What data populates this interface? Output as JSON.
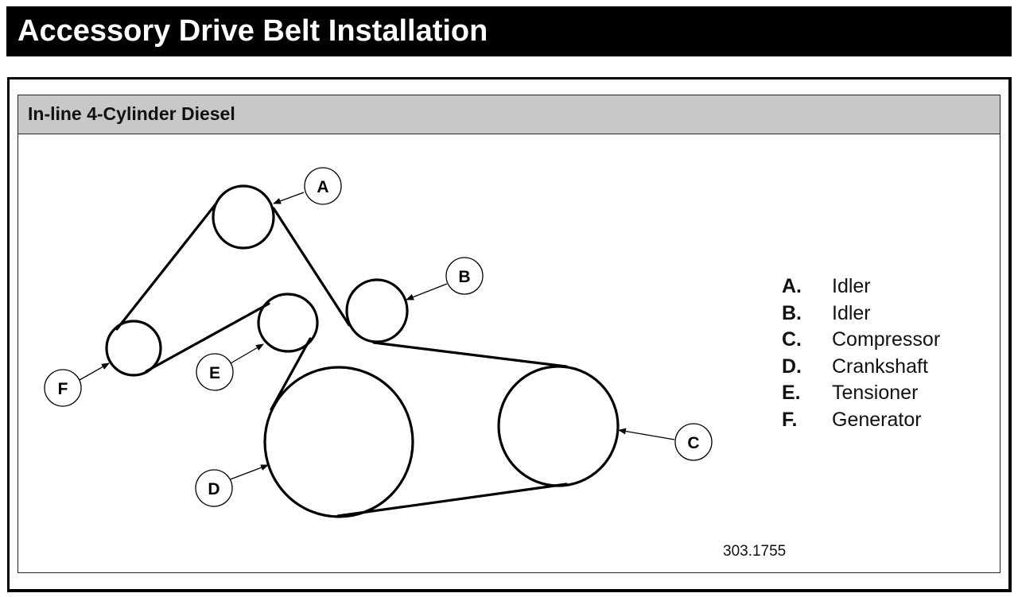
{
  "header": {
    "title": "Accessory Drive Belt Installation"
  },
  "panel": {
    "subtitle": "In-line 4-Cylinder Diesel",
    "figure_number": "303.1755"
  },
  "callouts": {
    "A": "A",
    "B": "B",
    "C": "C",
    "D": "D",
    "E": "E",
    "F": "F"
  },
  "legend": [
    {
      "key": "A.",
      "label": "Idler"
    },
    {
      "key": "B.",
      "label": "Idler"
    },
    {
      "key": "C.",
      "label": "Compressor"
    },
    {
      "key": "D.",
      "label": "Crankshaft"
    },
    {
      "key": "E.",
      "label": "Tensioner"
    },
    {
      "key": "F.",
      "label": "Generator"
    }
  ],
  "colors": {
    "ink": "#000000",
    "subhead_bg": "#c8c8c8",
    "title_bg": "#000000",
    "title_text": "#ffffff"
  }
}
